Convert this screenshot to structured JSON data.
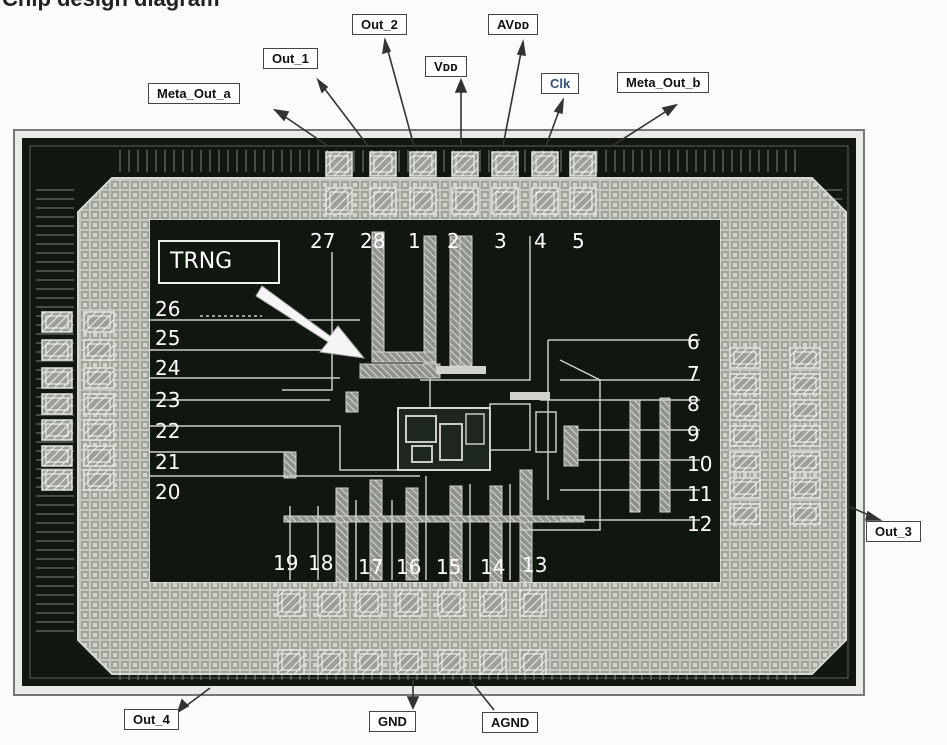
{
  "labels": {
    "meta_out_a": "Meta_Out_a",
    "out_1": "Out_1",
    "out_2": "Out_2",
    "vdd": "Vᴅᴅ",
    "avdd": "AVᴅᴅ",
    "clk": "Clk",
    "meta_out_b": "Meta_Out_b",
    "out_3": "Out_3",
    "out_4": "Out_4",
    "gnd": "GND",
    "agnd": "AGND"
  },
  "trng_label": "TRNG",
  "top_fragment": "Chip design diagram",
  "pins": {
    "p1": "1",
    "p2": "2",
    "p3": "3",
    "p4": "4",
    "p5": "5",
    "p6": "6",
    "p7": "7",
    "p8": "8",
    "p9": "9",
    "p10": "10",
    "p11": "11",
    "p12": "12",
    "p13": "13",
    "p14": "14",
    "p15": "15",
    "p16": "16",
    "p17": "17",
    "p18": "18",
    "p19": "19",
    "p20": "20",
    "p21": "21",
    "p22": "22",
    "p23": "23",
    "p24": "24",
    "p25": "25",
    "p26": "26",
    "p27": "27",
    "p28": "28"
  },
  "colors": {
    "background": "#fbfbfb",
    "die": "#101810",
    "pad_ring": "#b8bdb6",
    "trace": "#c9cdc5",
    "label_text_blue": "#35507a"
  }
}
